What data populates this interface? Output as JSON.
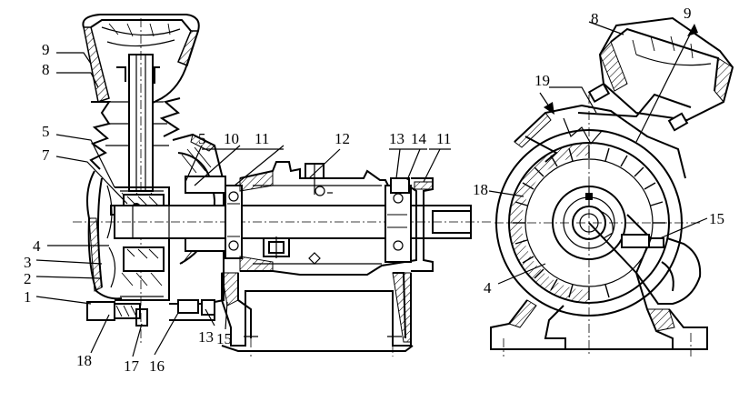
{
  "diagram": {
    "left_view_labels": [
      {
        "id": "9a",
        "text": "9"
      },
      {
        "id": "8a",
        "text": "8"
      },
      {
        "id": "5a",
        "text": "5"
      },
      {
        "id": "7",
        "text": "7"
      },
      {
        "id": "4a",
        "text": "4"
      },
      {
        "id": "3",
        "text": "3"
      },
      {
        "id": "2",
        "text": "2"
      },
      {
        "id": "1",
        "text": "1"
      },
      {
        "id": "18a",
        "text": "18"
      },
      {
        "id": "17",
        "text": "17"
      },
      {
        "id": "16",
        "text": "16"
      },
      {
        "id": "13a",
        "text": "13"
      },
      {
        "id": "15a",
        "text": "15"
      },
      {
        "id": "5b",
        "text": "5"
      },
      {
        "id": "10",
        "text": "10"
      },
      {
        "id": "11a",
        "text": "11"
      },
      {
        "id": "12",
        "text": "12"
      },
      {
        "id": "13b",
        "text": "13"
      },
      {
        "id": "14",
        "text": "14"
      },
      {
        "id": "11b",
        "text": "11"
      }
    ],
    "right_view_labels": [
      {
        "id": "8b",
        "text": "8"
      },
      {
        "id": "9b",
        "text": "9"
      },
      {
        "id": "19",
        "text": "19"
      },
      {
        "id": "18b",
        "text": "18"
      },
      {
        "id": "15b",
        "text": "15"
      },
      {
        "id": "4b",
        "text": "4"
      }
    ]
  }
}
